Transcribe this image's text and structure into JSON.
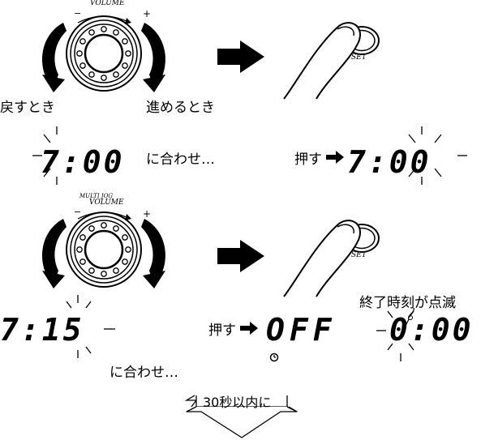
{
  "knob": {
    "label": "VOLUME",
    "top_label": "MULTI JOG",
    "minus": "−",
    "plus": "+"
  },
  "set_label": "SET",
  "step1": {
    "back_label": "戻すとき",
    "forward_label": "進めるとき",
    "time_before": "7:00",
    "match_label": "に合わせ…",
    "press_label": "押す",
    "time_after": "7:00"
  },
  "step2": {
    "time_before": "7:15",
    "match_label": "に合わせ…",
    "press_label": "押す",
    "off_display": "OFF",
    "blink_caption": "終了時刻が点滅",
    "end_time": "0:00"
  },
  "timeout_label": "30秒以内に"
}
